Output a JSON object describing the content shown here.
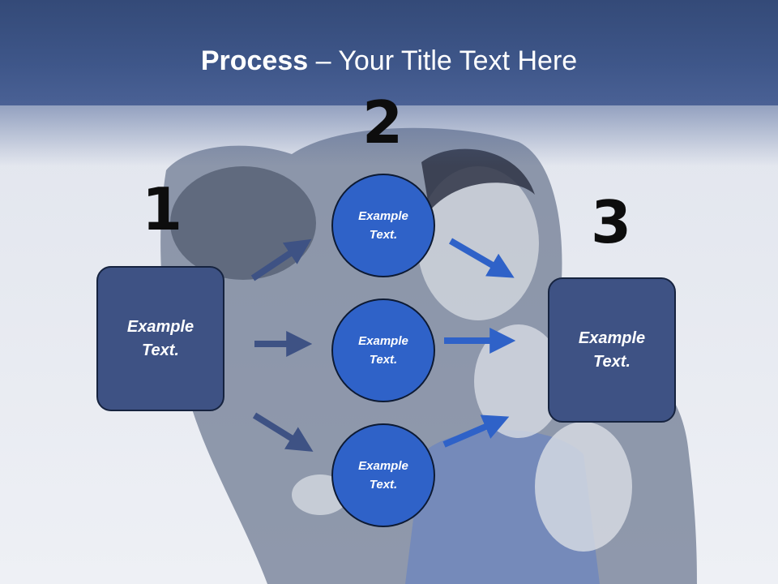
{
  "header": {
    "title_bold": "Process",
    "title_rest": " – Your Title Text Here"
  },
  "steps": {
    "n1": "1",
    "n2": "2",
    "n3": "3"
  },
  "left_box": {
    "label": "Example\nText."
  },
  "right_box": {
    "label": "Example\nText."
  },
  "circles": [
    {
      "label": "Example\nText."
    },
    {
      "label": "Example\nText."
    },
    {
      "label": "Example\nText."
    }
  ],
  "colors": {
    "header": "#3e5689",
    "box_fill": "#3e5284",
    "circle_fill": "#2f62c8",
    "arrow_dark": "#3e5284",
    "arrow_blue": "#2f62c8",
    "number_color": "#0d0d0d"
  }
}
